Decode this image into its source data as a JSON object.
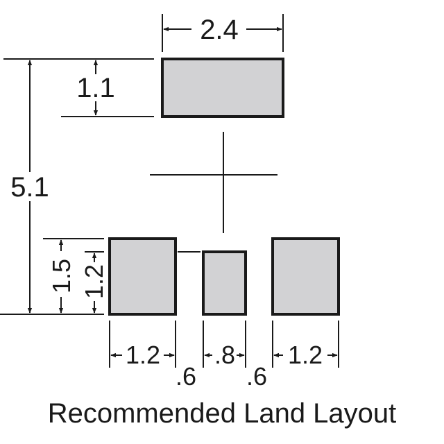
{
  "diagram": {
    "caption": "Recommended Land Layout",
    "dimensions": {
      "top_pad_width": "2.4",
      "top_pad_height": "1.1",
      "overall_height": "5.1",
      "bottom_pad_height_outer": "1.5",
      "bottom_pad_height_inner": "1.2",
      "left_pad_width": "1.2",
      "gap_left": ".6",
      "center_pad_width": ".8",
      "gap_right": ".6",
      "right_pad_width": "1.2"
    },
    "colors": {
      "pad_fill": "#d2d2d4",
      "outline": "#1a1a1a"
    }
  }
}
